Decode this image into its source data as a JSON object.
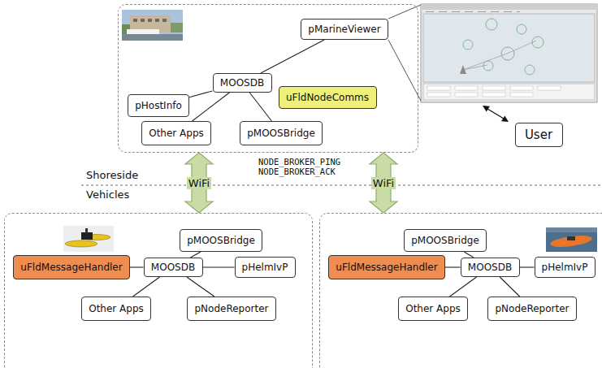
{
  "diagram": {
    "nodes": [
      {
        "text": []
      },
      {
        "text": [
          "pMarineViewer"
        ],
        "in": 0
      },
      {
        "text": [
          "MOOSDB"
        ],
        "in": 0
      },
      {
        "text": [
          "pHostInfo"
        ],
        "in": 0
      },
      {
        "text": [
          "uFldNodeComms"
        ],
        "in": 0
      },
      {
        "text": [
          "Other Apps"
        ],
        "in": 0
      },
      {
        "text": [
          "pMOOSBridge"
        ],
        "in": 0
      },
      {
        "text": [
          "User"
        ]
      },
      {
        "text": []
      },
      {
        "text": [
          "pMOOSBridge"
        ],
        "in": 8
      },
      {
        "text": [
          "uFldMessageHandler"
        ],
        "in": 8
      },
      {
        "text": [
          "MOOSDB"
        ],
        "in": 8
      },
      {
        "text": [
          "pHelmIvP"
        ],
        "in": 8
      },
      {
        "text": [
          "Other Apps"
        ],
        "in": 8
      },
      {
        "text": [
          "pNodeReporter"
        ],
        "in": 8
      },
      {
        "text": []
      },
      {
        "text": [
          "pMOOSBridge"
        ],
        "in": 15
      },
      {
        "text": [
          "uFldMessageHandler"
        ],
        "in": 15
      },
      {
        "text": [
          "MOOSDB"
        ],
        "in": 15
      },
      {
        "text": [
          "pHelmIvP"
        ],
        "in": 15
      },
      {
        "text": [
          "Other Apps"
        ],
        "in": 15
      },
      {
        "text": [
          "pNodeReporter"
        ],
        "in": 15
      }
    ],
    "edges": [
      {
        "from": 2,
        "to": 1,
        "arrow": "none"
      },
      {
        "from": 2,
        "to": 3,
        "arrow": "none"
      },
      {
        "from": 2,
        "to": 5,
        "arrow": "none"
      },
      {
        "from": 2,
        "to": 6,
        "arrow": "none"
      },
      {
        "from": 0,
        "to": 8,
        "label": "WiFi",
        "arrow": "both"
      },
      {
        "from": 0,
        "to": 15,
        "label": "WiFi",
        "arrow": "both"
      },
      {
        "from": 11,
        "to": 9,
        "arrow": "none"
      },
      {
        "from": 11,
        "to": 10,
        "arrow": "none"
      },
      {
        "from": 11,
        "to": 12,
        "arrow": "none"
      },
      {
        "from": 11,
        "to": 13,
        "arrow": "none"
      },
      {
        "from": 11,
        "to": 14,
        "arrow": "none"
      },
      {
        "from": 18,
        "to": 16,
        "arrow": "none"
      },
      {
        "from": 18,
        "to": 17,
        "arrow": "none"
      },
      {
        "from": 18,
        "to": 19,
        "arrow": "none"
      },
      {
        "from": 18,
        "to": 20,
        "arrow": "none"
      },
      {
        "from": 18,
        "to": 21,
        "arrow": "none"
      }
    ],
    "labels": [
      "NODE_BROKER_PING",
      "NODE_BROKER_ACK",
      "Shoreside",
      "Vehicles"
    ]
  }
}
